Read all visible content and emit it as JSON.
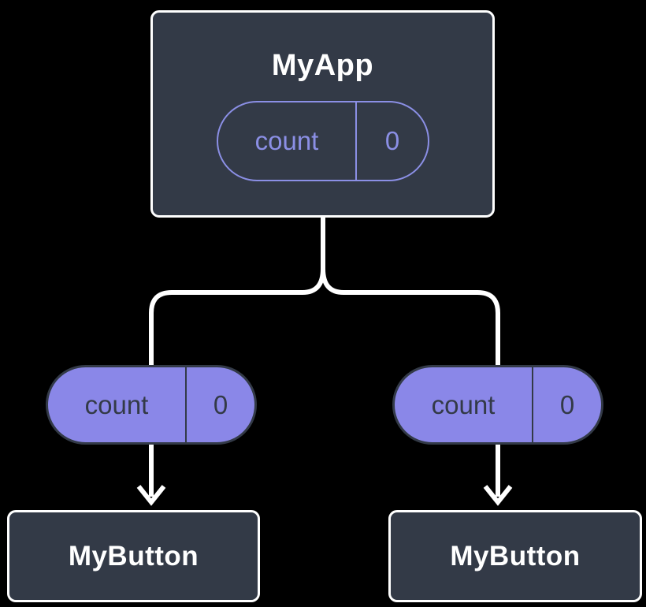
{
  "diagram": {
    "root": {
      "title": "MyApp",
      "state": {
        "name": "count",
        "value": "0"
      }
    },
    "children": [
      {
        "title": "MyButton",
        "prop": {
          "name": "count",
          "value": "0"
        }
      },
      {
        "title": "MyButton",
        "prop": {
          "name": "count",
          "value": "0"
        }
      }
    ]
  },
  "colors": {
    "background": "#000000",
    "component_fill": "#333a47",
    "component_border": "#ffffff",
    "state_pill_fill": "#8a87e8",
    "state_pill_border": "#333a47",
    "state_pill_text": "#333a47",
    "root_pill_outline": "#8b8fe5",
    "connector": "#ffffff"
  }
}
